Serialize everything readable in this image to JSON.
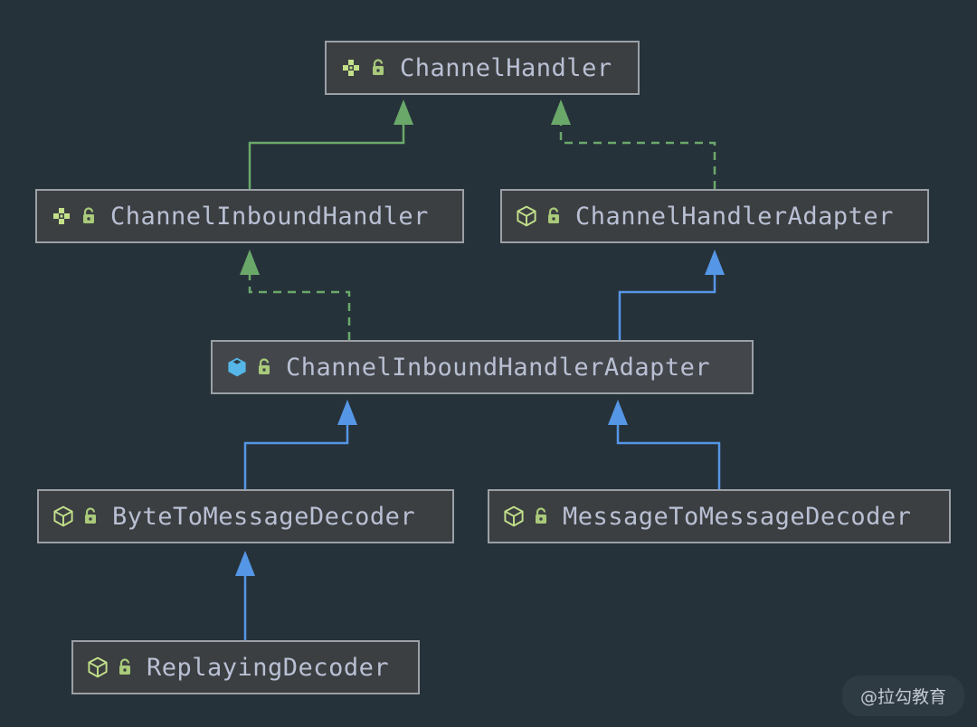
{
  "diagram": {
    "title": "ChannelHandler class hierarchy",
    "background_color": "#26323a",
    "node_fill": "#3c3f41",
    "node_border": "#9aa0a6",
    "label_color": "#b9c0d4",
    "implement_color": "#6aa86a",
    "extend_color": "#5596e6",
    "interface_icon_color": "#c3e08b",
    "class_icon_color": "#c3e08b",
    "selected_icon_color": "#56b6e8",
    "lock_color": "#a9ca7b"
  },
  "nodes": [
    {
      "id": "channel-handler",
      "label": "ChannelHandler",
      "type_icon": "interface-icon",
      "lock_icon": "unlock-icon",
      "kind": "interface",
      "selected": false
    },
    {
      "id": "channel-inbound-handler",
      "label": "ChannelInboundHandler",
      "type_icon": "interface-icon",
      "lock_icon": "unlock-icon",
      "kind": "interface",
      "selected": false
    },
    {
      "id": "channel-handler-adapter",
      "label": "ChannelHandlerAdapter",
      "type_icon": "class-icon",
      "lock_icon": "unlock-icon",
      "kind": "class",
      "selected": false
    },
    {
      "id": "channel-inbound-handler-adapter",
      "label": "ChannelInboundHandlerAdapter",
      "type_icon": "class-icon-selected",
      "lock_icon": "unlock-icon",
      "kind": "class",
      "selected": true
    },
    {
      "id": "byte-to-message-decoder",
      "label": "ByteToMessageDecoder",
      "type_icon": "class-icon",
      "lock_icon": "unlock-icon",
      "kind": "class",
      "selected": false
    },
    {
      "id": "message-to-message-decoder",
      "label": "MessageToMessageDecoder",
      "type_icon": "class-icon",
      "lock_icon": "unlock-icon",
      "kind": "class",
      "selected": false
    },
    {
      "id": "replaying-decoder",
      "label": "ReplayingDecoder",
      "type_icon": "class-icon",
      "lock_icon": "unlock-icon",
      "kind": "class",
      "selected": false
    }
  ],
  "edges": [
    {
      "from": "channel-inbound-handler",
      "to": "channel-handler",
      "style": "solid",
      "color": "#6aa86a",
      "relation": "extends-interface"
    },
    {
      "from": "channel-handler-adapter",
      "to": "channel-handler",
      "style": "dashed",
      "color": "#6aa86a",
      "relation": "implements"
    },
    {
      "from": "channel-inbound-handler-adapter",
      "to": "channel-inbound-handler",
      "style": "dashed",
      "color": "#6aa86a",
      "relation": "implements"
    },
    {
      "from": "channel-inbound-handler-adapter",
      "to": "channel-handler-adapter",
      "style": "solid",
      "color": "#5596e6",
      "relation": "extends"
    },
    {
      "from": "byte-to-message-decoder",
      "to": "channel-inbound-handler-adapter",
      "style": "solid",
      "color": "#5596e6",
      "relation": "extends"
    },
    {
      "from": "message-to-message-decoder",
      "to": "channel-inbound-handler-adapter",
      "style": "solid",
      "color": "#5596e6",
      "relation": "extends"
    },
    {
      "from": "replaying-decoder",
      "to": "byte-to-message-decoder",
      "style": "solid",
      "color": "#5596e6",
      "relation": "extends"
    }
  ],
  "watermark": {
    "text": "@拉勾教育"
  }
}
